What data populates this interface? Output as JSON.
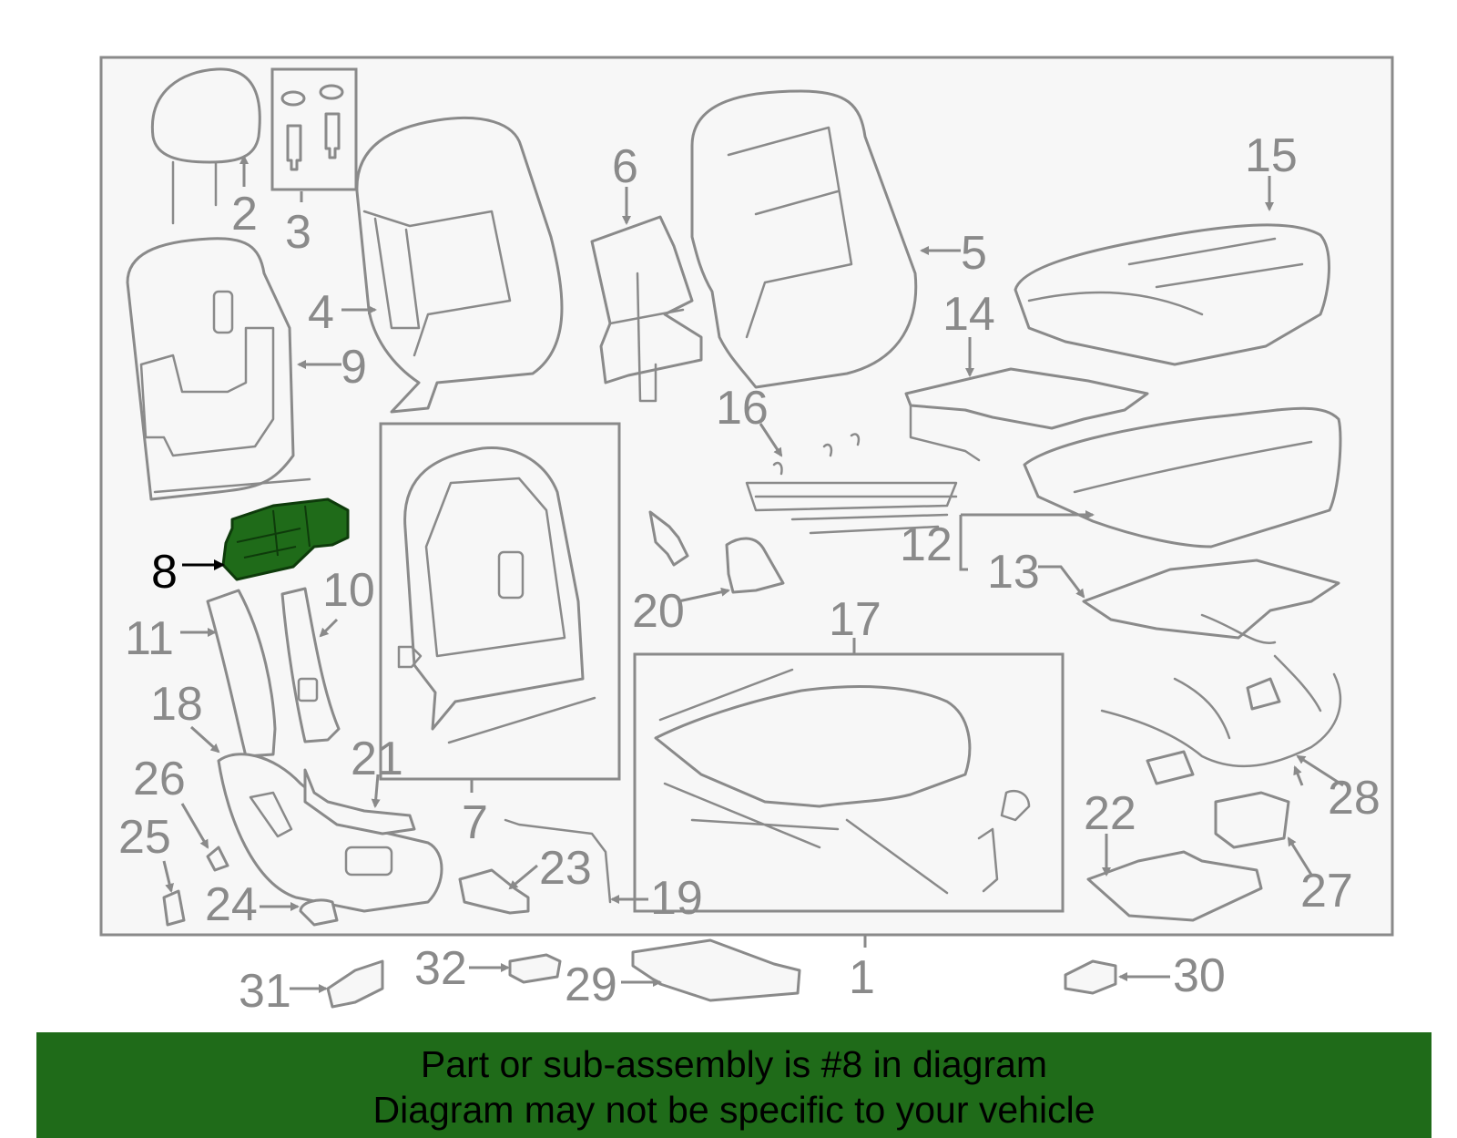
{
  "diagram": {
    "highlight_color": "#1f6b19",
    "highlighted_part": "8",
    "labels": [
      "1",
      "2",
      "3",
      "4",
      "5",
      "6",
      "7",
      "8",
      "9",
      "10",
      "11",
      "12",
      "13",
      "14",
      "15",
      "16",
      "17",
      "18",
      "19",
      "20",
      "21",
      "22",
      "23",
      "24",
      "25",
      "26",
      "27",
      "28",
      "29",
      "30",
      "31",
      "32"
    ]
  },
  "banner": {
    "line1": "Part or sub-assembly is #8 in diagram",
    "line2": "Diagram may not be specific to your vehicle",
    "background": "#1f6b19"
  }
}
